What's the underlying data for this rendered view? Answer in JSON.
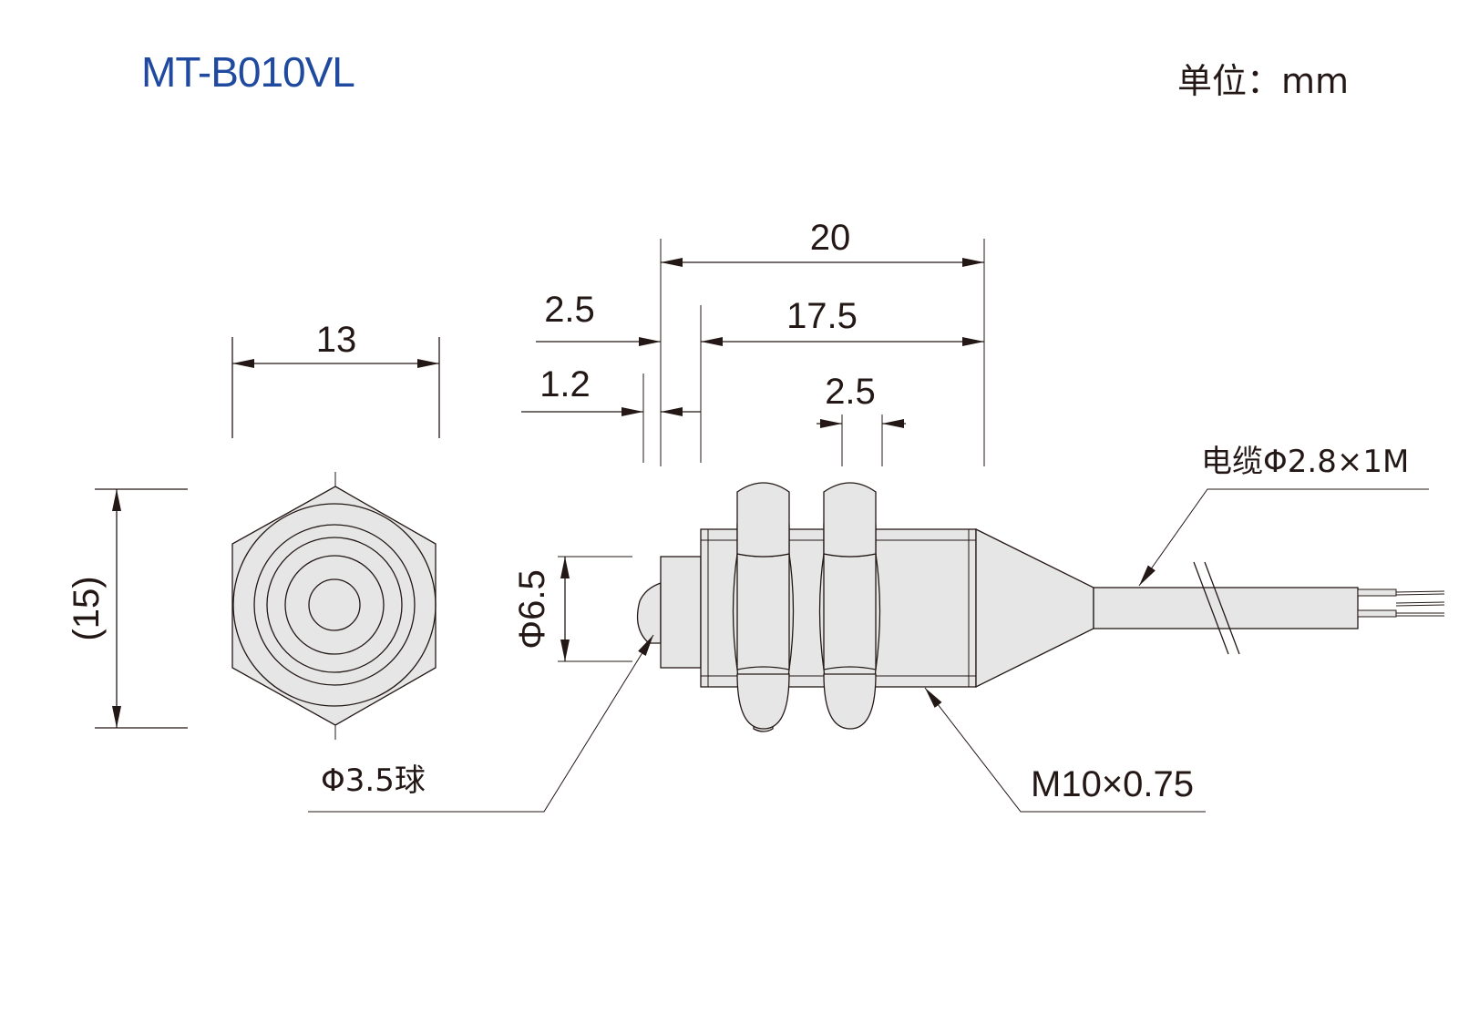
{
  "header": {
    "model": "MT-B010VL",
    "unit": "单位：mm"
  },
  "dimensions": {
    "hex_width": "13",
    "hex_height": "(15)",
    "overall_length": "20",
    "tip_length": "2.5",
    "body_length": "17.5",
    "ball_offset": "1.2",
    "nut_thickness": "2.5",
    "tip_diameter": "Φ6.5"
  },
  "callouts": {
    "ball": "Φ3.5球",
    "cable": "电缆Φ2.8×1M",
    "thread": "M10×0.75"
  },
  "colors": {
    "title": "#1f4aa0",
    "line": "#231815",
    "body_fill": "#e6e6e6"
  }
}
